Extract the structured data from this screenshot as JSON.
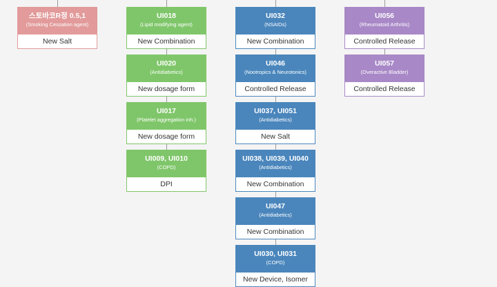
{
  "colors": {
    "pink": "#e29a9a",
    "green": "#7fc66a",
    "blue": "#4a86bc",
    "purple": "#a888c7",
    "connector": "#9a9a9a"
  },
  "columns": [
    {
      "color": "pink",
      "cards": [
        {
          "title": "스토바코R정 0.5,1",
          "subtitle": "(Smoking Cessation agent)",
          "label": "New Salt"
        }
      ]
    },
    {
      "color": "green",
      "cards": [
        {
          "title": "UI018",
          "subtitle": "(Lipid modifying agent)",
          "label": "New Combination"
        },
        {
          "title": "UI020",
          "subtitle": "(Antidiabetics)",
          "label": "New dosage form"
        },
        {
          "title": "UI017",
          "subtitle": "(Platelet aggregation inh.)",
          "label": "New dosage form"
        },
        {
          "title": "UI009, UI010",
          "subtitle": "(COPD)",
          "label": "DPI"
        }
      ]
    },
    {
      "color": "blue",
      "cards": [
        {
          "title": "UI032",
          "subtitle": "(NSAIDs)",
          "label": "New Combination"
        },
        {
          "title": "UI046",
          "subtitle": "(Nootropics & Neurotonics)",
          "label": "Controlled Release"
        },
        {
          "title": "UI037, UI051",
          "subtitle": "(Antidiabetics)",
          "label": "New Salt"
        },
        {
          "title": "UI038, UI039, UI040",
          "subtitle": "(Antidiabetics)",
          "label": "New Combination"
        },
        {
          "title": "UI047",
          "subtitle": "(Antidiabetics)",
          "label": "New Combination"
        },
        {
          "title": "UI030, UI031",
          "subtitle": "(COPD)",
          "label": "New Device, Isomer"
        }
      ]
    },
    {
      "color": "purple",
      "cards": [
        {
          "title": "UI056",
          "subtitle": "(Rheumatoid Arthritis)",
          "label": "Controlled Release"
        },
        {
          "title": "UI057",
          "subtitle": "(Overactive Bladder)",
          "label": "Controlled Release"
        }
      ]
    }
  ]
}
